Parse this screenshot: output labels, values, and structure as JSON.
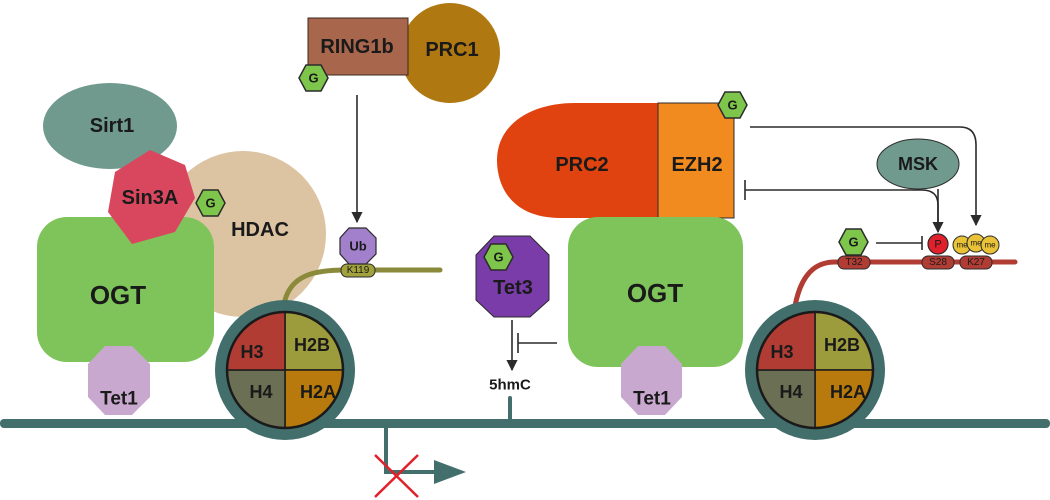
{
  "colors": {
    "dna": "#426e6c",
    "ogt": "#7fc45a",
    "tet": "#c9a8d0",
    "sirt1": "#6f9a8d",
    "sin3a": "#d9475f",
    "hdac": "#dcc3a2",
    "ring1b": "#a8664d",
    "prc1": "#b07810",
    "prc2": "#e0430f",
    "ezh2": "#f28b1f",
    "msk": "#6f9a8d",
    "glcnac": "#7ec64b",
    "ub": "#a380cc",
    "tet3": "#7a3ca8",
    "h3": "#b13c34",
    "h2b": "#9c9c3c",
    "h2a": "#b87a0c",
    "h4": "#6b6f54",
    "tail_left": "#8a8a3a",
    "tail_right": "#b13c34",
    "phospho": "#e0202a",
    "methyl": "#e9c237",
    "x_mark": "#e0202a"
  },
  "left": {
    "sirt1": "Sirt1",
    "sin3a": "Sin3A",
    "hdac": "HDAC",
    "ogt": "OGT",
    "tet1": "Tet1",
    "ring1b": "RING1b",
    "prc1": "PRC1",
    "ub": "Ub",
    "k119": "K119",
    "nucleosome": {
      "h3": "H3",
      "h2b": "H2B",
      "h2a": "H2A",
      "h4": "H4"
    }
  },
  "middle": {
    "tet3": "Tet3",
    "hmc": "5hmC"
  },
  "right": {
    "prc2": "PRC2",
    "ezh2": "EZH2",
    "msk": "MSK",
    "ogt": "OGT",
    "tet1": "Tet1",
    "p": "P",
    "t32": "T32",
    "s28": "S28",
    "k27": "K27",
    "me": [
      "me",
      "me",
      "me"
    ],
    "nucleosome": {
      "h3": "H3",
      "h2b": "H2B",
      "h2a": "H2A",
      "h4": "H4"
    }
  },
  "glcnac": "G"
}
